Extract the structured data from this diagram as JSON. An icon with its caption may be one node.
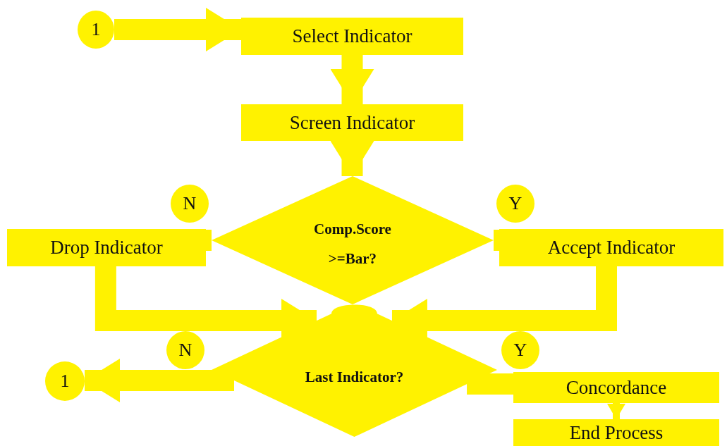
{
  "diagram": {
    "nodes": [
      {
        "text": [
          "1"
        ]
      },
      {
        "text": [
          "Select Indicator"
        ]
      },
      {
        "text": [
          "Screen Indicator"
        ]
      },
      {
        "text": [
          "Comp.Score >=Bar?"
        ]
      },
      {
        "text": [
          "N"
        ]
      },
      {
        "text": [
          "Y"
        ]
      },
      {
        "text": [
          "Drop Indicator"
        ]
      },
      {
        "text": [
          "Accept Indicator"
        ]
      },
      {
        "text": [
          "Last Indicator?"
        ]
      },
      {
        "text": [
          "N"
        ]
      },
      {
        "text": [
          "Y"
        ]
      },
      {
        "text": [
          "1"
        ]
      },
      {
        "text": [
          "Concordance"
        ]
      },
      {
        "text": [
          "End Process"
        ]
      }
    ],
    "edges": [
      {
        "from": 0,
        "to": 1,
        "arrow": "to"
      },
      {
        "from": 1,
        "to": 2,
        "arrow": "to"
      },
      {
        "from": 2,
        "to": 3,
        "arrow": "to"
      },
      {
        "from": 3,
        "to": 6,
        "arrow": "none"
      },
      {
        "from": 3,
        "to": 7,
        "arrow": "none"
      },
      {
        "from": 6,
        "to": 8,
        "arrow": "to"
      },
      {
        "from": 7,
        "to": 8,
        "arrow": "to"
      },
      {
        "from": 8,
        "to": 11,
        "arrow": "to"
      },
      {
        "from": 8,
        "to": 12,
        "arrow": "none"
      },
      {
        "from": 12,
        "to": 13,
        "arrow": "to"
      }
    ]
  }
}
